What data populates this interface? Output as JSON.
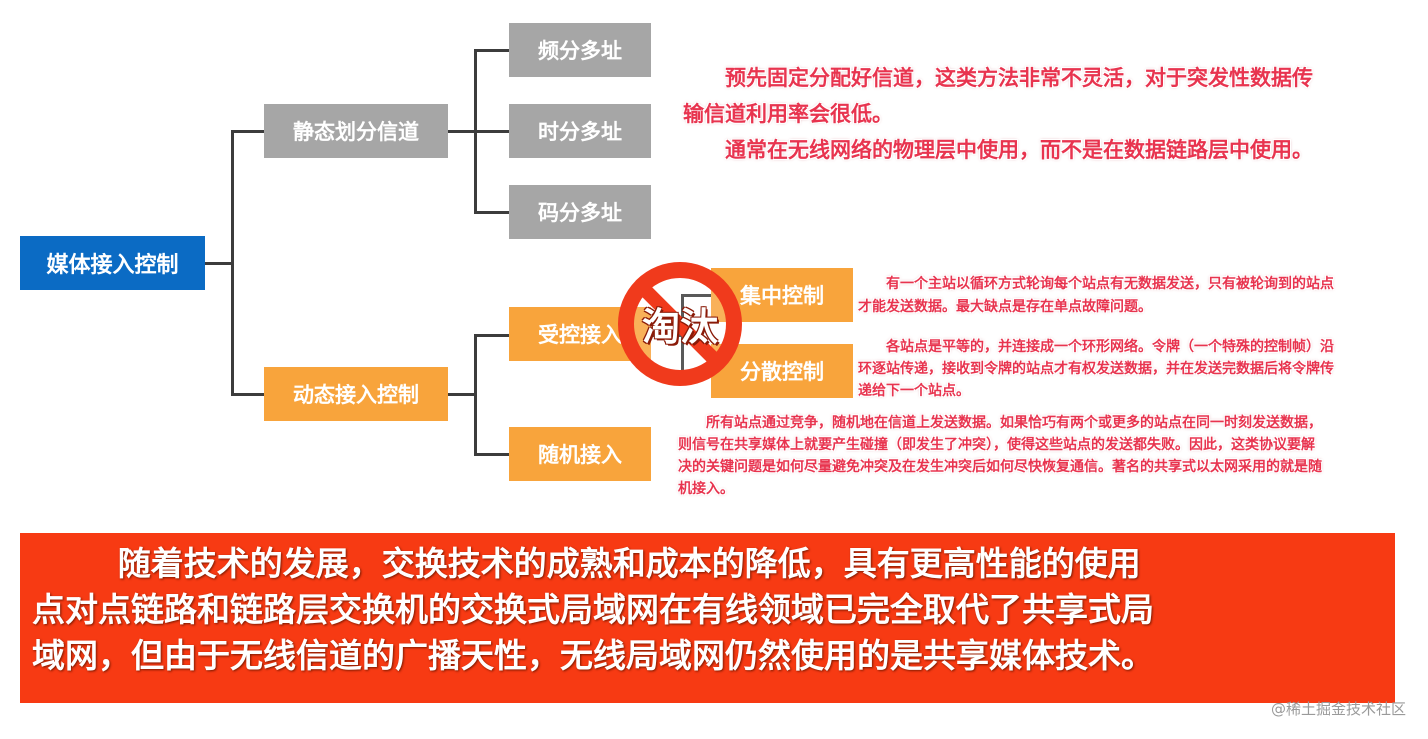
{
  "diagram": {
    "root": "媒体接入控制",
    "static": {
      "label": "静态划分信道",
      "children": [
        "频分多址",
        "时分多址",
        "码分多址"
      ]
    },
    "dynamic": {
      "label": "动态接入控制",
      "controlled": {
        "label": "受控接入",
        "children": [
          "集中控制",
          "分散控制"
        ]
      },
      "random": "随机接入"
    },
    "stamp": "淘汰"
  },
  "notes": {
    "static_1": "预先固定分配好信道，这类方法非常不灵活，对于突发性数据传输信道利用率会很低。",
    "static_2": "通常在无线网络的物理层中使用，而不是在数据链路层中使用。",
    "centralized": "有一个主站以循环方式轮询每个站点有无数据发送，只有被轮询到的站点才能发送数据。最大缺点是存在单点故障问题。",
    "distributed": "各站点是平等的，并连接成一个环形网络。令牌（一个特殊的控制帧）沿环逐站传递，接收到令牌的站点才有权发送数据，并在发送完数据后将令牌传递给下一个站点。",
    "random": "所有站点通过竞争，随机地在信道上发送数据。如果恰巧有两个或更多的站点在同一时刻发送数据，则信号在共享媒体上就要产生碰撞（即发生了冲突），使得这些站点的发送都失败。因此，这类协议要解决的关键问题是如何尽量避免冲突及在发生冲突后如何尽快恢复通信。著名的共享式以太网采用的就是随机接入。"
  },
  "banner": {
    "line1": "随着技术的发展，交换技术的成熟和成本的降低，具有更高性能的使用",
    "line2": "点对点链路和链路层交换机的交换式局域网在有线领域已完全取代了共享式局",
    "line3": "域网，但由于无线信道的广播天性，无线局域网仍然使用的是共享媒体技术。"
  },
  "watermark": "@稀土掘金技术社区"
}
